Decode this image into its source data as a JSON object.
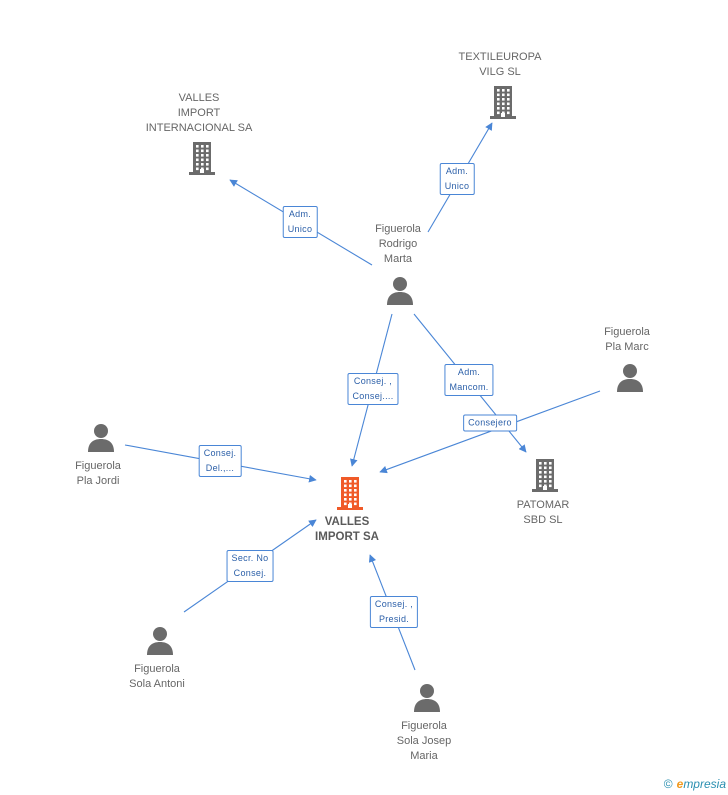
{
  "colors": {
    "edge": "#4a86d6",
    "company": "#6b6b6b",
    "person": "#6b6b6b",
    "main_company": "#f05a28"
  },
  "nodes": [
    {
      "id": "valles_import",
      "type": "company",
      "main": true,
      "lines": [
        "VALLES",
        "IMPORT SA"
      ]
    },
    {
      "id": "valles_internacional",
      "type": "company",
      "lines": [
        "VALLES",
        "IMPORT",
        "INTERNACIONAL SA"
      ]
    },
    {
      "id": "textileuropa",
      "type": "company",
      "lines": [
        "TEXTILEUROPA",
        "VILG  SL"
      ]
    },
    {
      "id": "patomar",
      "type": "company",
      "lines": [
        "PATOMAR",
        "SBD SL"
      ]
    },
    {
      "id": "rodrigo_marta",
      "type": "person",
      "lines": [
        "Figuerola",
        "Rodrigo",
        "Marta"
      ]
    },
    {
      "id": "pla_marc",
      "type": "person",
      "lines": [
        "Figuerola",
        "Pla Marc"
      ]
    },
    {
      "id": "pla_jordi",
      "type": "person",
      "lines": [
        "Figuerola",
        "Pla Jordi"
      ]
    },
    {
      "id": "sola_antoni",
      "type": "person",
      "lines": [
        "Figuerola",
        "Sola Antoni"
      ]
    },
    {
      "id": "sola_josep",
      "type": "person",
      "lines": [
        "Figuerola",
        "Sola Josep",
        "Maria"
      ]
    }
  ],
  "edges": [
    {
      "from": "rodrigo_marta",
      "to": "valles_internacional",
      "lines": [
        "Adm.",
        "Unico"
      ]
    },
    {
      "from": "rodrigo_marta",
      "to": "textileuropa",
      "lines": [
        "Adm.",
        "Unico"
      ]
    },
    {
      "from": "rodrigo_marta",
      "to": "valles_import",
      "lines": [
        "Consej. ,",
        "Consej...."
      ]
    },
    {
      "from": "rodrigo_marta",
      "to": "patomar",
      "lines": [
        "Adm.",
        "Mancom."
      ]
    },
    {
      "from": "pla_marc",
      "to": "valles_import",
      "lines": [
        "Consejero"
      ]
    },
    {
      "from": "pla_jordi",
      "to": "valles_import",
      "lines": [
        "Consej.",
        "Del.,..."
      ]
    },
    {
      "from": "sola_antoni",
      "to": "valles_import",
      "lines": [
        "Secr.  No",
        "Consej."
      ]
    },
    {
      "from": "sola_josep",
      "to": "valles_import",
      "lines": [
        "Consej. ,",
        "Presid."
      ]
    }
  ],
  "footer": {
    "copyright": "©",
    "brand_initial": "e",
    "brand_rest": "mpresia"
  }
}
